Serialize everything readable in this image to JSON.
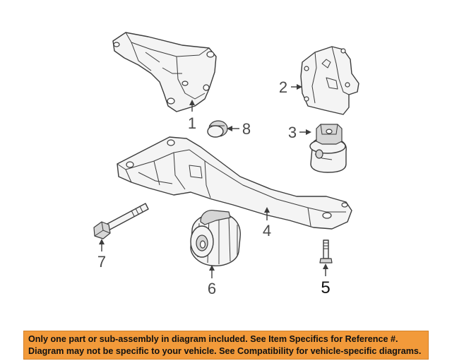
{
  "diagram": {
    "callouts": [
      {
        "id": "1",
        "label": "1"
      },
      {
        "id": "2",
        "label": "2"
      },
      {
        "id": "3",
        "label": "3"
      },
      {
        "id": "4",
        "label": "4"
      },
      {
        "id": "5",
        "label": "5"
      },
      {
        "id": "6",
        "label": "6"
      },
      {
        "id": "7",
        "label": "7"
      },
      {
        "id": "8",
        "label": "8"
      }
    ]
  },
  "notice": {
    "line1": "Only one part or sub-assembly in diagram included. See Item Specifics for Reference #.",
    "line2": "Diagram may not be specific to your vehicle. See Compatibility for vehicle-specific diagrams.",
    "background": "#f29a3a"
  }
}
